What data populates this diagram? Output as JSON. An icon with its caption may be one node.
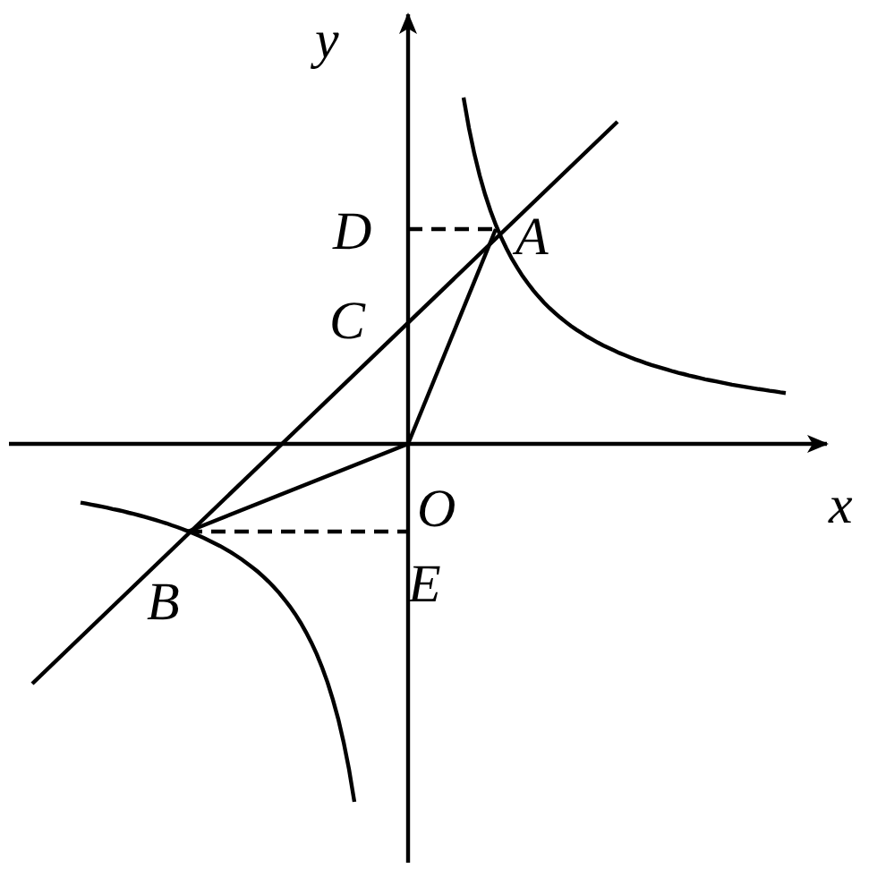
{
  "diagram": {
    "labels": [
      "y",
      "D",
      "A",
      "C",
      "O",
      "x",
      "E",
      "B"
    ]
  }
}
